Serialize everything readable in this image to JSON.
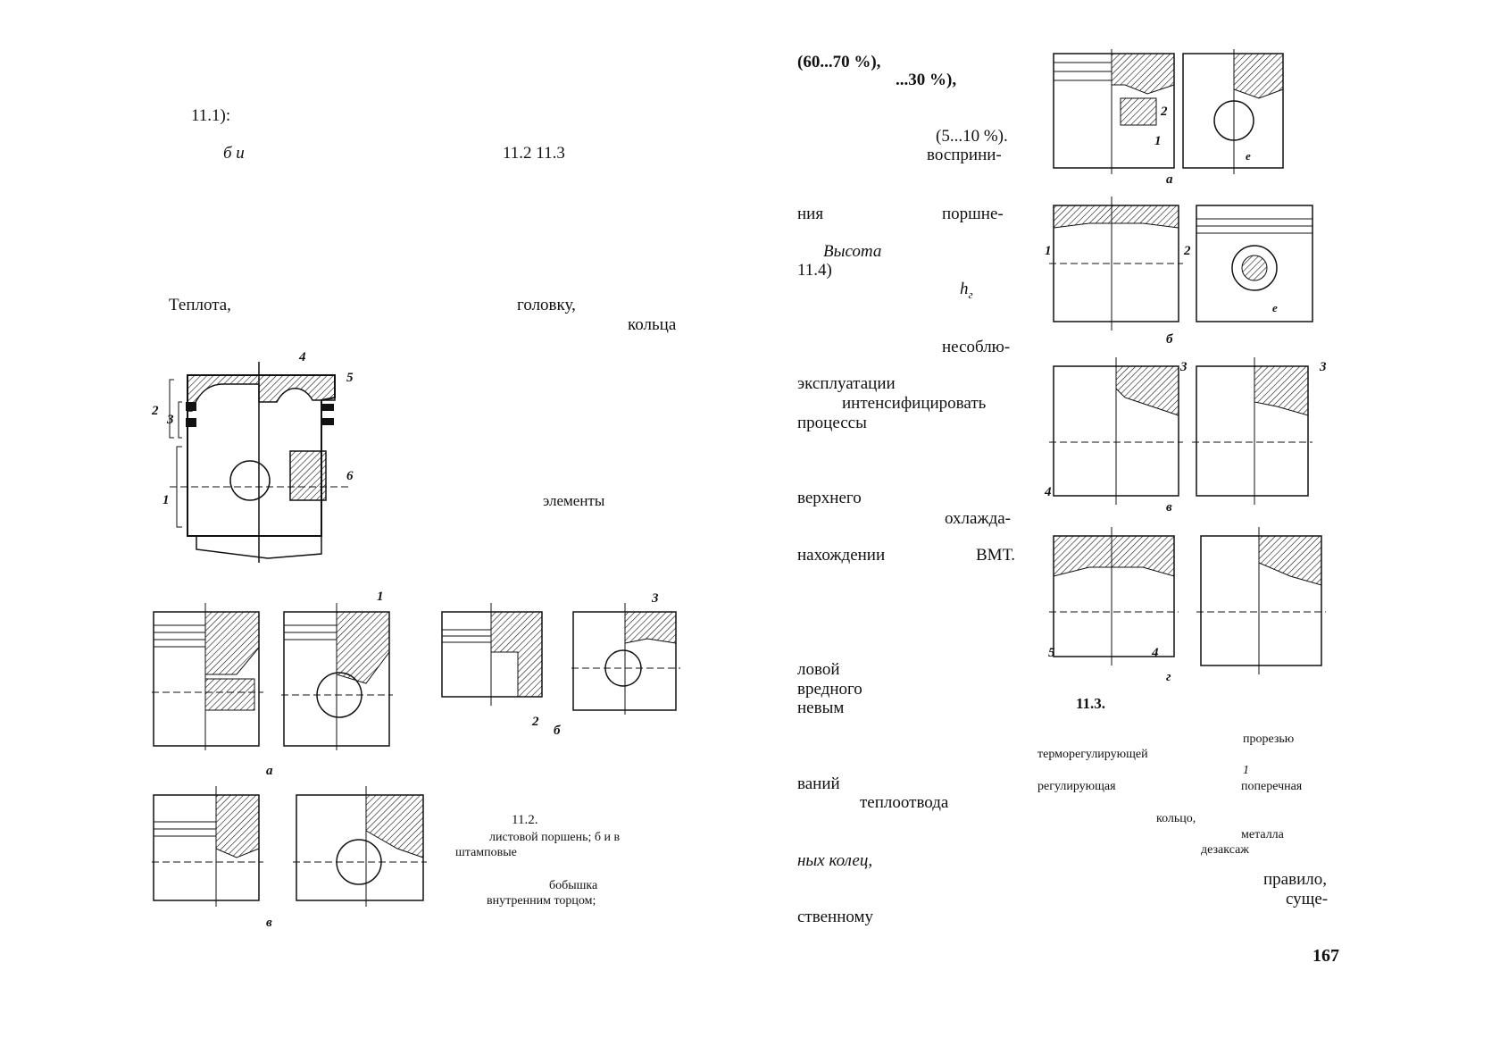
{
  "left_page": {
    "text": {
      "l1": "11.1):",
      "l2a": "б и",
      "l2b": "11.2    11.3",
      "l3": "Теплота,",
      "l3b": "головку,",
      "l4": "кольца",
      "l5": "элементы"
    },
    "fig_11_1_labels": [
      "4",
      "5",
      "2",
      "3",
      "1",
      "6"
    ],
    "fig_11_2_labels": {
      "a": "а",
      "b": "б",
      "v": "в",
      "n1": "1",
      "n2": "2",
      "n3": "3"
    },
    "caption_11_2": {
      "title": "11.2.",
      "line1": "листовой поршень; б и в",
      "line2": "штамповые",
      "line3": "бобышка",
      "line4": "внутренним торцом;"
    }
  },
  "right_page": {
    "text": {
      "r1": "(60...70 %),",
      "r2": "...30 %),",
      "r3": "(5...10 %).",
      "r4": "восприни-",
      "r5a": "ния",
      "r5b": "поршне-",
      "r6": "Высота",
      "r7": "11.4)",
      "r8": "h",
      "r8sub": "г",
      "r9": "несоблю-",
      "r10": "эксплуатации",
      "r11": "интенсифицировать",
      "r12": "процессы",
      "r13": "верхнего",
      "r14": "охлажда-",
      "r15a": "нахождении",
      "r15b": "ВМТ.",
      "r16": "ловой",
      "r17": "вредного",
      "r18": "невым",
      "r19": "ваний",
      "r20": "теплоотвода",
      "r21": "ных колец,",
      "r22": "ственному",
      "r23": "правило,",
      "r24": "суще-"
    },
    "caption_11_3": {
      "title": "11.3.",
      "w1": "прорезью",
      "w2": "терморегулирующей",
      "w3": "1",
      "w4": "регулирующая",
      "w5": "поперечная",
      "w6": "кольцо,",
      "w7": "металла",
      "w8": "дезаксаж"
    },
    "fig_11_3_labels": {
      "a": "а",
      "b": "б",
      "v": "в",
      "g": "г",
      "n1": "1",
      "n2": "2",
      "n3": "3",
      "n4": "4",
      "n5": "5",
      "e": "e"
    },
    "page_number": "167"
  }
}
